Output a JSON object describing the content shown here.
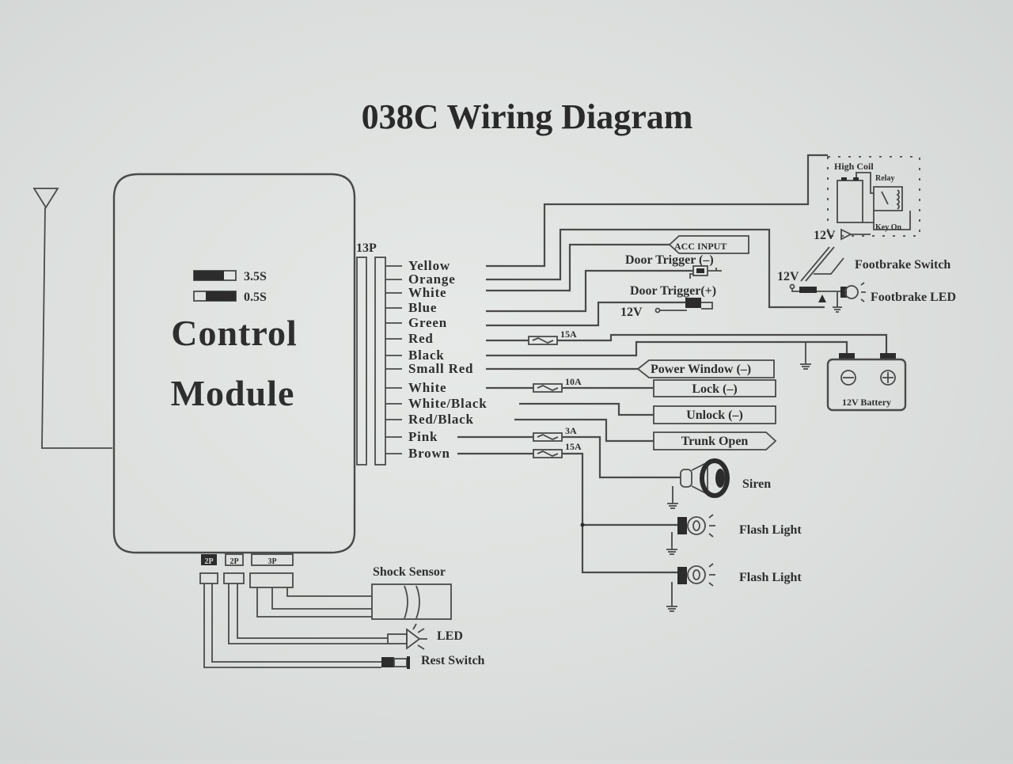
{
  "title": "038C Wiring Diagram",
  "control_module": {
    "label_line1": "Control",
    "label_line2": "Module",
    "switch_settings": [
      "3.5S",
      "0.5S"
    ]
  },
  "main_connector": {
    "label": "13P",
    "wires": [
      "Yellow",
      "Orange",
      "White",
      "Blue",
      "Green",
      "Red",
      "Black",
      "Small Red",
      "White",
      "White/Black",
      "Red/Black",
      "Pink",
      "Brown"
    ]
  },
  "fuses": {
    "red": "15A",
    "white": "10A",
    "pink": "3A",
    "brown": "15A"
  },
  "relay_block": {
    "coil_label": "High Coil",
    "relay_label": "Relay",
    "key_label": "Key On",
    "supply_label": "12V"
  },
  "inputs": {
    "acc": "ACC INPUT",
    "door_neg": "Door Trigger (–)",
    "door_pos": "Door Trigger(+)",
    "door_supply": "12V"
  },
  "footbrake": {
    "switch_label": "Footbrake Switch",
    "led_label": "Footbrake LED",
    "supply_label": "12V"
  },
  "battery": {
    "label": "12V Battery",
    "neg_symbol": "⊖",
    "pos_symbol": "⊕"
  },
  "outputs": {
    "power_window": "Power Window (–)",
    "lock": "Lock (–)",
    "unlock": "Unlock (–)",
    "trunk": "Trunk Open"
  },
  "loads": {
    "siren": "Siren",
    "flash1": "Flash Light",
    "flash2": "Flash Light"
  },
  "bottom_connectors": {
    "c1": "2P",
    "c2": "2P",
    "c3": "3P",
    "shock_sensor": "Shock Sensor",
    "led": "LED",
    "reset_switch": "Rest Switch"
  }
}
